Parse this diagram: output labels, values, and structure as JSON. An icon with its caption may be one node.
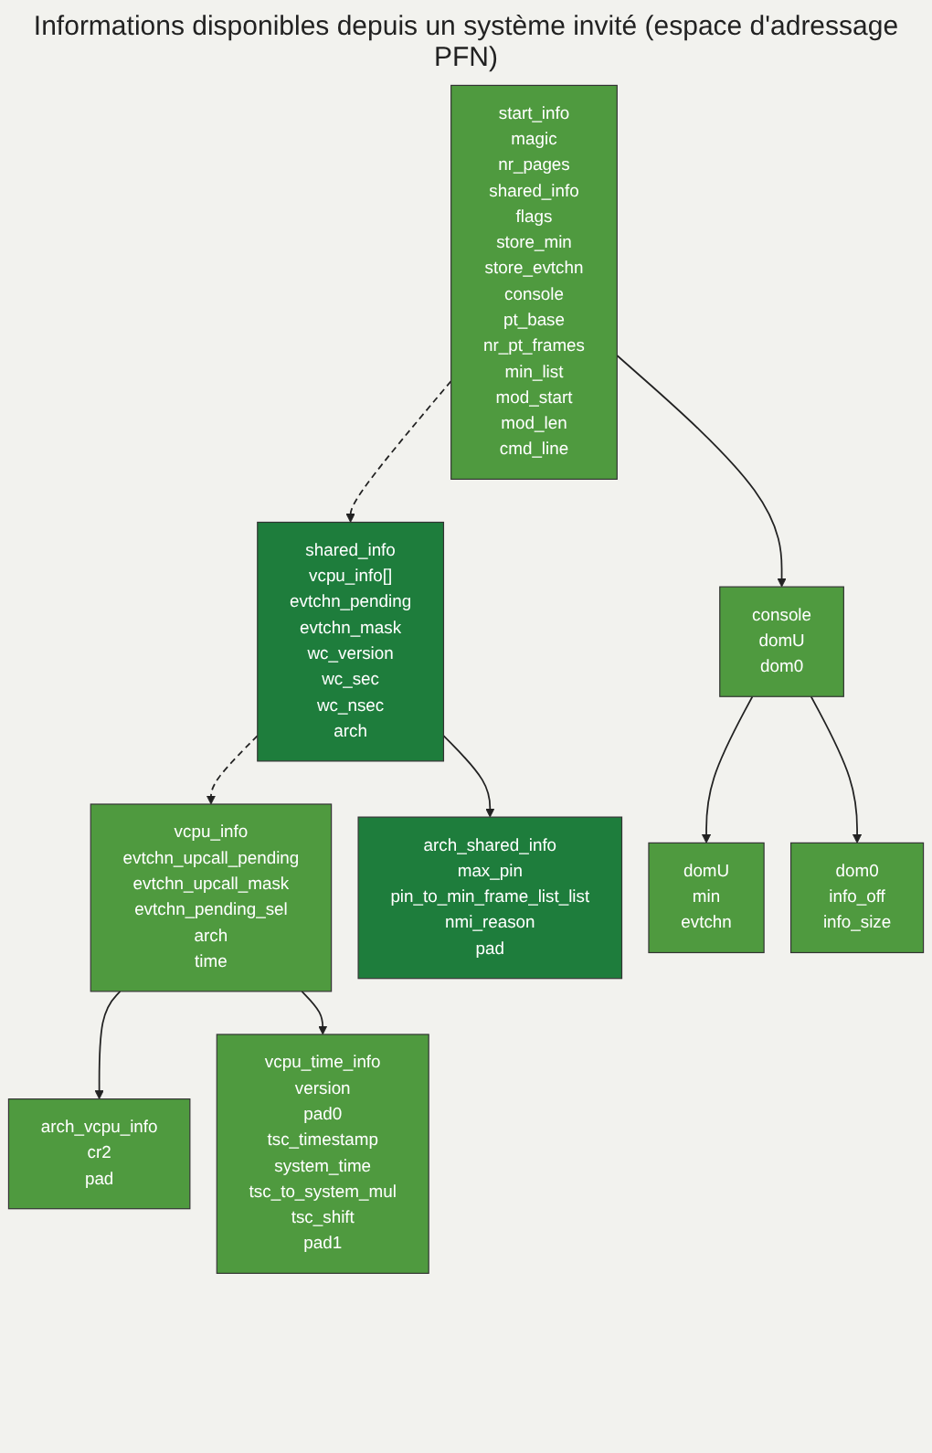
{
  "diagram": {
    "caption": "Informations disponibles depuis un système invité (espace d'adressage PFN)",
    "nodes": [
      {
        "text": [
          "start_info",
          "magic",
          "nr_pages",
          "shared_info",
          "flags",
          "store_min",
          "store_evtchn",
          "console",
          "pt_base",
          "nr_pt_frames",
          "min_list",
          "mod_start",
          "mod_len",
          "cmd_line"
        ]
      },
      {
        "text": [
          "shared_info",
          "vcpu_info[]",
          "evtchn_pending",
          "evtchn_mask",
          "wc_version",
          "wc_sec",
          "wc_nsec",
          "arch"
        ]
      },
      {
        "text": [
          "vcpu_info",
          "evtchn_upcall_pending",
          "evtchn_upcall_mask",
          "evtchn_pending_sel",
          "arch",
          "time"
        ]
      },
      {
        "text": [
          "arch_vcpu_info",
          "cr2",
          "pad"
        ]
      },
      {
        "text": [
          "vcpu_time_info",
          "version",
          "pad0",
          "tsc_timestamp",
          "system_time",
          "tsc_to_system_mul",
          "tsc_shift",
          "pad1"
        ]
      },
      {
        "text": [
          "arch_shared_info",
          "max_pin",
          "pin_to_min_frame_list_list",
          "nmi_reason",
          "pad"
        ]
      },
      {
        "text": [
          "console",
          "domU",
          "dom0"
        ]
      },
      {
        "text": [
          "domU",
          "min",
          "evtchn"
        ]
      },
      {
        "text": [
          "dom0",
          "info_off",
          "info_size"
        ]
      }
    ],
    "edges": [
      {
        "from": 0,
        "to": 1,
        "arrow": "to",
        "style": "dashed"
      },
      {
        "from": 0,
        "to": 6,
        "arrow": "to"
      },
      {
        "from": 1,
        "to": 2,
        "arrow": "to",
        "style": "dashed"
      },
      {
        "from": 1,
        "to": 5,
        "arrow": "to"
      },
      {
        "from": 2,
        "to": 3,
        "arrow": "to"
      },
      {
        "from": 2,
        "to": 4,
        "arrow": "to"
      },
      {
        "from": 6,
        "to": 7,
        "arrow": "to"
      },
      {
        "from": 6,
        "to": 8,
        "arrow": "to"
      }
    ]
  }
}
